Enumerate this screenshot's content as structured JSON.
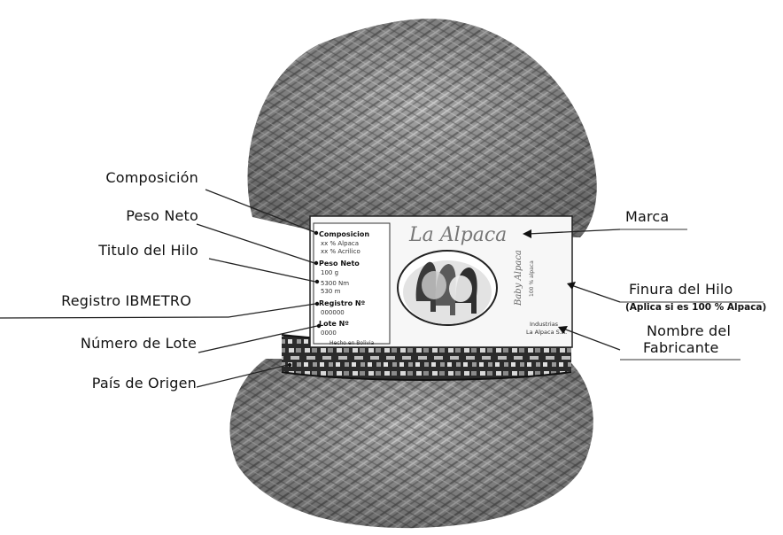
{
  "labels_left": [
    "Composición",
    "Peso Neto",
    "Titulo del Hilo",
    "Registro IBMETRO",
    "Número de Lote",
    "País de Origen"
  ],
  "labels_right": {
    "marca": "Marca",
    "finura": "Finura del Hilo",
    "finura_note": "(Aplica si es 100 % Alpaca)",
    "fabricante_line1": "Nombre del",
    "fabricante_line2": "Fabricante"
  },
  "tag": {
    "brand_script": "La Alpaca",
    "composicion_head": "Composicion",
    "composicion_lines": [
      "xx % Alpaca",
      "xx % Acrilico"
    ],
    "peso_head": "Peso Neto",
    "peso_value": "100 g",
    "titulo_lines": [
      "5300 Nm",
      "530 m"
    ],
    "registro_head": "Registro Nº",
    "registro_value": "000000",
    "lote_head": "Lote Nº",
    "lote_value": "0000",
    "origen": "Hecho en Bolivia",
    "finura_vertical": "Baby Alpaca",
    "finura_vertical_sub": "100 % alpaca",
    "maker_lines": [
      "Industrias",
      "La Alpaca S.A."
    ]
  },
  "colors": {
    "yarn_light": "#b9b9b9",
    "yarn_dark": "#5a5a5a",
    "band_dark": "#2b2b2b",
    "ink": "#111111"
  }
}
